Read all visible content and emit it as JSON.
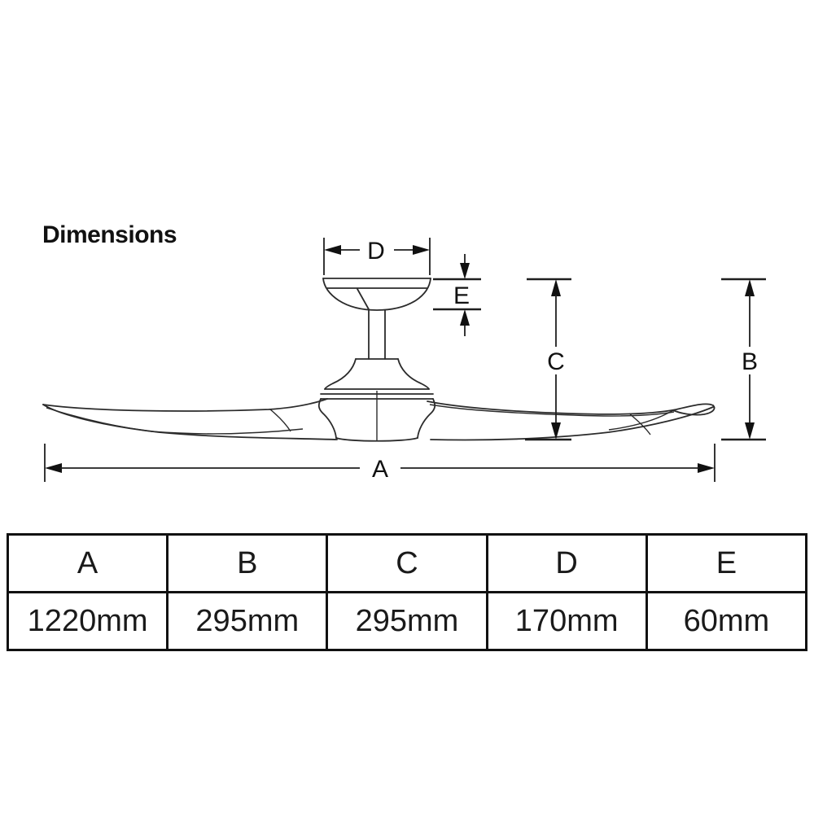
{
  "title": "Dimensions",
  "diagram": {
    "description": "side-view line drawing of a two-blade ceiling fan with dimension callouts",
    "dim_labels": {
      "a": "A",
      "b": "B",
      "c": "C",
      "d": "D",
      "e": "E"
    }
  },
  "table": {
    "headers": [
      "A",
      "B",
      "C",
      "D",
      "E"
    ],
    "values": [
      "1220mm",
      "295mm",
      "295mm",
      "170mm",
      "60mm"
    ]
  },
  "colors": {
    "background": "#ffffff",
    "line": "#2b2b2b",
    "text": "#111111",
    "table_border": "#111111"
  }
}
